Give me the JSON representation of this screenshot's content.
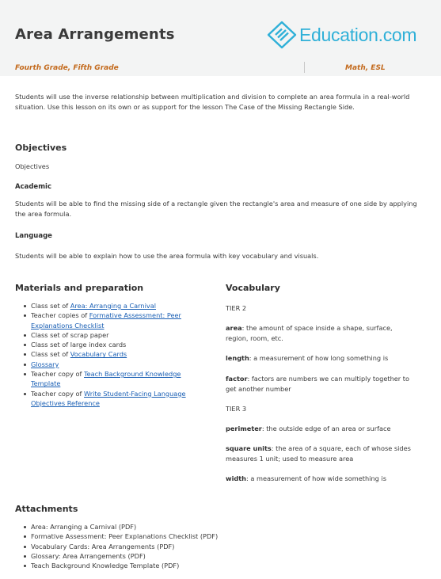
{
  "header": {
    "title": "Area Arrangements",
    "logo_text": "Education.com",
    "grade": "Fourth Grade, Fifth Grade",
    "subject": "Math, ESL"
  },
  "intro": "Students will use the inverse relationship between multiplication and division to complete an area formula in a real-world situation. Use this lesson on its own or as support for the lesson The Case of the Missing Rectangle Side.",
  "objectives": {
    "heading": "Objectives",
    "subtext": "Objectives",
    "academic_heading": "Academic",
    "academic_text": "Students will be able to find the missing side of a rectangle given the rectangle's area and measure of one side by applying the area formula.",
    "language_heading": "Language",
    "language_text": "Students will be able to explain how to use the area formula with key vocabulary and visuals."
  },
  "materials": {
    "heading": "Materials and preparation",
    "items": [
      {
        "prefix": "Class set of ",
        "link": "Area: Arranging a Carnival",
        "suffix": ""
      },
      {
        "prefix": "Teacher copies of ",
        "link": "Formative Assessment: Peer",
        "link2": "Explanations Checklist",
        "suffix": ""
      },
      {
        "prefix": "Class set of scrap paper",
        "link": "",
        "suffix": ""
      },
      {
        "prefix": "Class set of large index cards",
        "link": "",
        "suffix": ""
      },
      {
        "prefix": "Class set of ",
        "link": "Vocabulary Cards",
        "suffix": ""
      },
      {
        "prefix": "",
        "link": "Glossary",
        "suffix": ""
      },
      {
        "prefix": "Teacher copy of ",
        "link": "Teach Background Knowledge",
        "link2": "Template",
        "suffix": ""
      },
      {
        "prefix": "Teacher copy of ",
        "link": "Write Student-Facing Language",
        "link2": "Objectives Reference",
        "suffix": ""
      }
    ]
  },
  "vocabulary": {
    "heading": "Vocabulary",
    "tier2": "TIER 2",
    "tier3": "TIER 3",
    "terms": [
      {
        "term": "area",
        "def": ": the amount of space inside a shape, surface, region, room, etc."
      },
      {
        "term": "length",
        "def": ": a measurement of how long something is"
      },
      {
        "term": "factor",
        "def": ": factors are numbers we can multiply together to get another number"
      },
      {
        "term": "perimeter",
        "def": ": the outside edge of an area or surface"
      },
      {
        "term": "square units",
        "def": ": the area of a square, each of whose sides measures 1 unit; used to measure area"
      },
      {
        "term": "width",
        "def": ": a measurement of how wide something is"
      }
    ]
  },
  "attachments": {
    "heading": "Attachments",
    "items": [
      "Area: Arranging a Carnival (PDF)",
      "Formative Assessment: Peer Explanations Checklist (PDF)",
      "Vocabulary Cards: Area Arrangements (PDF)",
      "Glossary: Area Arrangements (PDF)",
      "Teach Background Knowledge Template (PDF)"
    ]
  },
  "colors": {
    "accent": "#c36a1d",
    "logo": "#2fb0d8",
    "link": "#1a5fb4"
  }
}
